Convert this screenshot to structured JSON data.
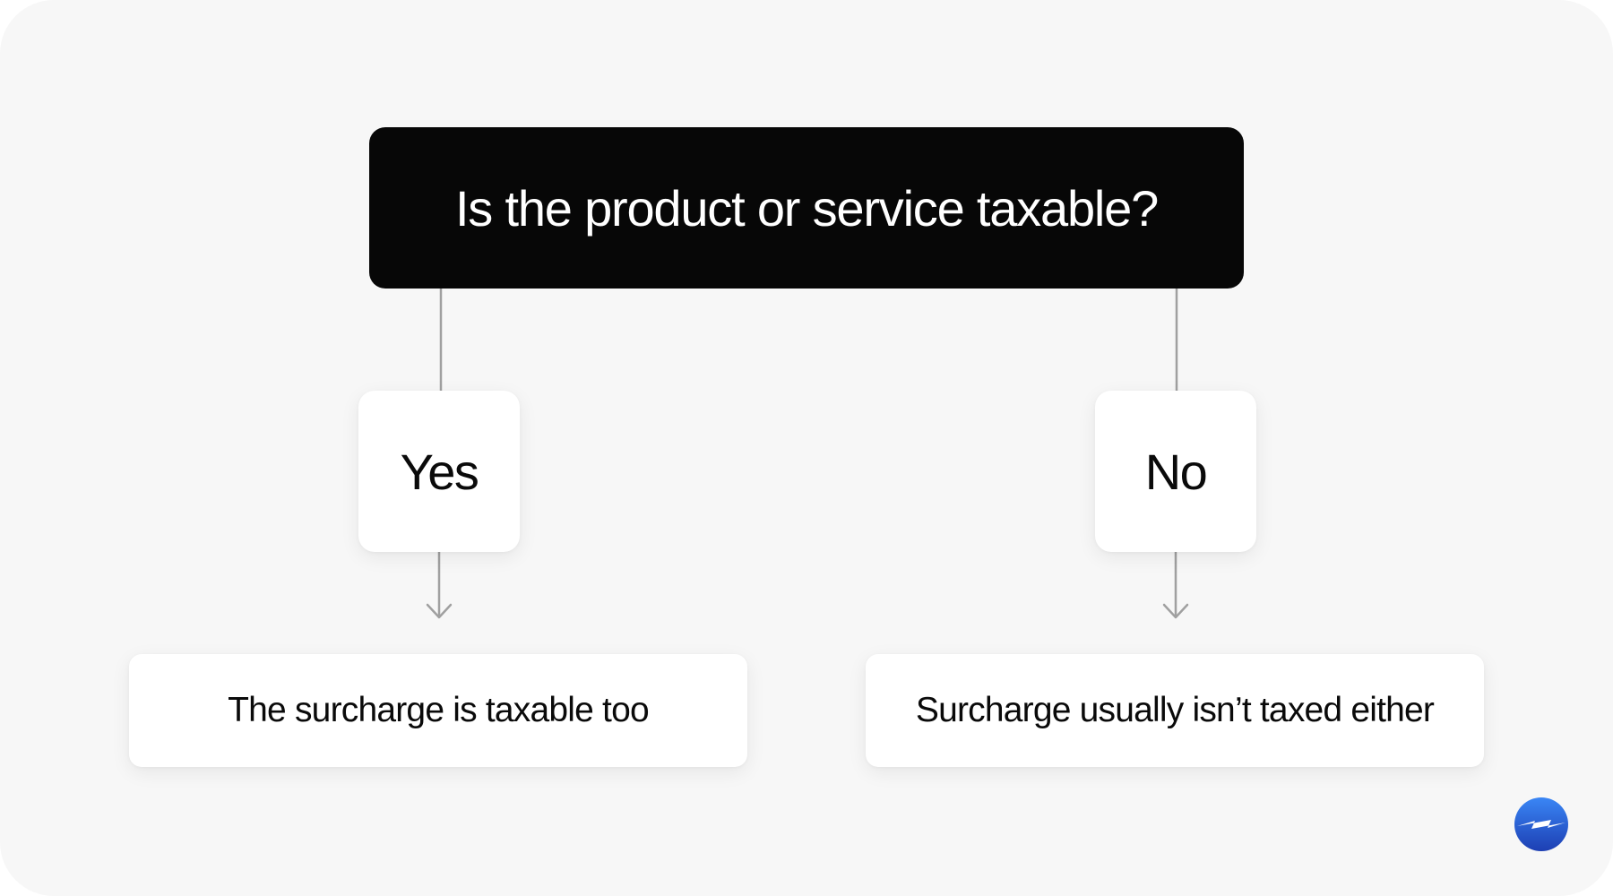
{
  "question": {
    "text": "Is the product or service taxable?"
  },
  "branches": [
    {
      "answer": "Yes",
      "outcome": "The surcharge is taxable too"
    },
    {
      "answer": "No",
      "outcome": "Surcharge usually isn’t taxed either"
    }
  ],
  "colors": {
    "background": "#f7f7f7",
    "question_box": "#070707",
    "connector": "#a0a0a0",
    "logo_primary": "#2f6fe8",
    "logo_dark": "#1d3fb3"
  },
  "icons": {
    "logo": "brand-logo-icon",
    "arrow": "arrow-down-icon"
  }
}
